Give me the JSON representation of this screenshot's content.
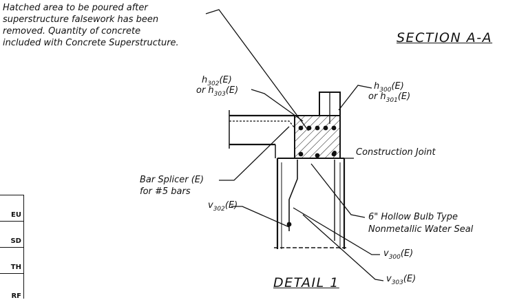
{
  "note": {
    "line1": "Hatched area to be poured after",
    "line2": "superstructure falsework has been",
    "line3": "removed. Quantity of concrete",
    "line4": "included with Concrete Superstructure."
  },
  "section_title": "SECTION A-A",
  "detail_title": "DETAIL 1",
  "labels": {
    "h302_base": "h",
    "h302_sub": "302",
    "h302_suffix": "(E)",
    "or_h303_pre": "or h",
    "h303_sub": "303",
    "h303_suffix": "(E)",
    "h300_base": "h",
    "h300_sub": "300",
    "h300_suffix": "(E)",
    "or_h301_pre": "or h",
    "h301_sub": "301",
    "h301_suffix": "(E)",
    "construction_joint": "Construction Joint",
    "bar_splicer_line1": "Bar Splicer (E)",
    "bar_splicer_line2": "for #5 bars",
    "v302_base": "v",
    "v302_sub": "302",
    "v302_suffix": "(E)",
    "water_seal_line1": "6\" Hollow Bulb Type",
    "water_seal_line2": "Nonmetallic Water Seal",
    "v300_base": "v",
    "v300_sub": "300",
    "v300_suffix": "(E)",
    "v303_base": "v",
    "v303_sub": "303",
    "v303_suffix": "(E)"
  },
  "table_cells": [
    "EU",
    "SD",
    "TH",
    "RF"
  ],
  "colors": {
    "ink": "#111111",
    "background": "#ffffff"
  }
}
